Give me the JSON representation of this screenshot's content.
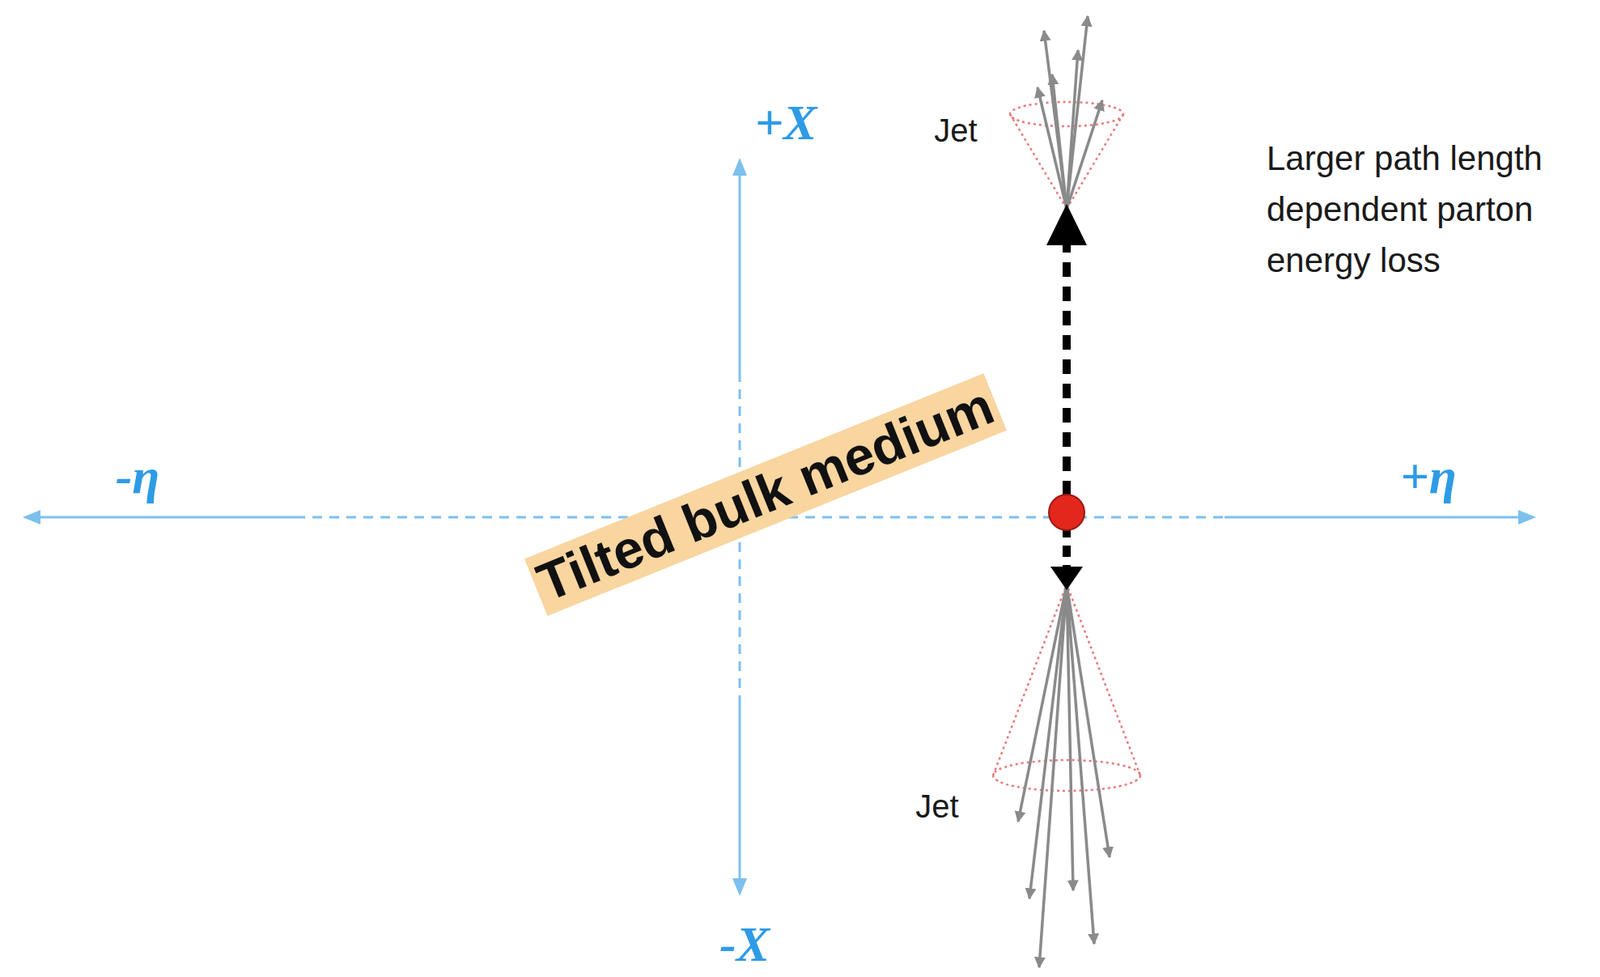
{
  "diagram": {
    "nodes": [
      {
        "text": [
          "Tilted bulk medium"
        ]
      }
    ],
    "labels": [
      "Jet",
      "+X",
      "Larger path length dependent parton energy loss",
      "-η",
      "+η",
      "Jet",
      "-X"
    ]
  }
}
